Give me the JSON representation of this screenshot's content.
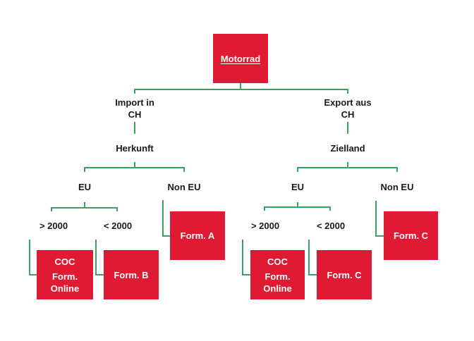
{
  "diagram": {
    "root": "Motorrad",
    "colors": {
      "box_fill": "#e01a32",
      "connector": "#3aa35f",
      "text_dark": "#1a1a1a",
      "box_text": "#ffffff"
    },
    "branches": [
      {
        "label_line1": "Import in",
        "label_line2": "CH",
        "criterion": "Herkunft",
        "options": [
          {
            "label": "EU",
            "sub_options": [
              {
                "label": "> 2000",
                "result_lines": [
                  "COC",
                  "Form.",
                  "Online"
                ]
              },
              {
                "label": "< 2000",
                "result_lines": [
                  "Form. B"
                ]
              }
            ]
          },
          {
            "label": "Non EU",
            "result_lines": [
              "Form. A"
            ]
          }
        ]
      },
      {
        "label_line1": "Export aus",
        "label_line2": "CH",
        "criterion": "Zielland",
        "options": [
          {
            "label": "EU",
            "sub_options": [
              {
                "label": "> 2000",
                "result_lines": [
                  "COC",
                  "Form.",
                  "Online"
                ]
              },
              {
                "label": "< 2000",
                "result_lines": [
                  "Form. C"
                ]
              }
            ]
          },
          {
            "label": "Non EU",
            "result_lines": [
              "Form. C"
            ]
          }
        ]
      }
    ]
  }
}
